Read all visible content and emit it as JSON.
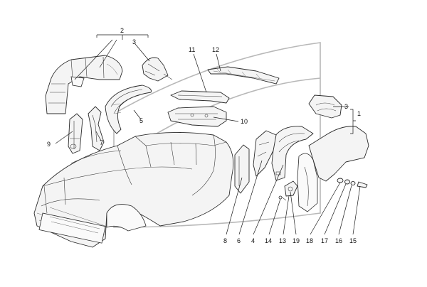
{
  "callouts": {
    "c1": "1",
    "c2": "2",
    "c3a": "3",
    "c3b": "3",
    "c4": "4",
    "c5": "5",
    "c6": "6",
    "c7": "7",
    "c8": "8",
    "c9": "9",
    "c10": "10",
    "c11": "11",
    "c12": "12",
    "c13": "13",
    "c14": "14",
    "c15": "15",
    "c16": "16",
    "c17": "17",
    "c18": "18",
    "c19": "19"
  },
  "colors": {
    "line": "#2b2b2b",
    "fill": "#f4f4f4",
    "ghost": "#b8b8b8"
  }
}
